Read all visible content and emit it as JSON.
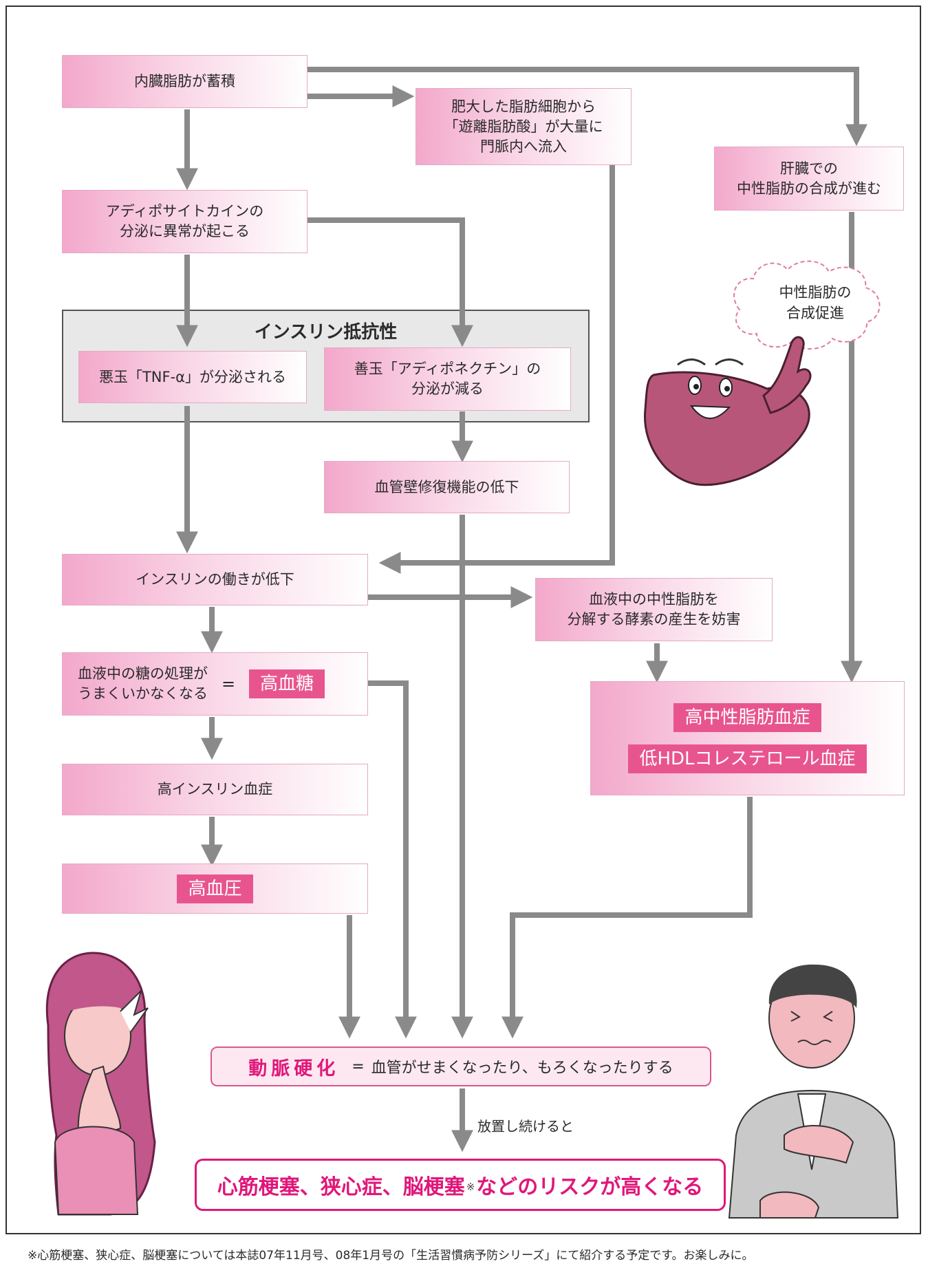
{
  "boxes": {
    "visceral_fat": "内臓脂肪が蓄積",
    "free_fatty_acid": "肥大した脂肪細胞から\n「遊離脂肪酸」が大量に\n門脈内へ流入",
    "liver_synthesis": "肝臓での\n中性脂肪の合成が進む",
    "adipocytokine": "アディポサイトカインの\n分泌に異常が起こる",
    "tnf": "悪玉「TNF-α」が分泌される",
    "adiponectin": "善玉「アディポネクチン」の\n分泌が減る",
    "vessel_repair": "血管壁修復機能の低下",
    "insulin_decline": "インスリンの働きが低下",
    "enzyme": "血液中の中性脂肪を\n分解する酵素の産生を妨害",
    "sugar": "血液中の糖の処理が\nうまくいかなくなる",
    "sugar_eq": "=",
    "hyperglycemia": "高血糖",
    "hyperinsulinemia": "高インスリン血症",
    "hypertension": "高血圧",
    "hypertriglyceridemia": "高中性脂肪血症",
    "low_hdl": "低HDLコレステロール血症"
  },
  "insulin_resistance_title": "インスリン抵抗性",
  "cloud_text": "中性脂肪の\n合成促進",
  "arteriosclerosis": {
    "term": "動脈硬化",
    "equals": "=",
    "description": "血管がせまくなったり、もろくなったりする"
  },
  "left_untreated": "放置し続けると",
  "risk": {
    "before": "心筋梗塞、狭心症、脳梗塞",
    "note": "※",
    "after": "などのリスクが高くなる"
  },
  "footnote": "※心筋梗塞、狭心症、脳梗塞については本誌07年11月号、08年1月号の「生活習慣病予防シリーズ」にて紹介する予定です。お楽しみに。",
  "colors": {
    "accent": "#e0177a",
    "highlight": "#e8558e",
    "arrow": "#8a8a8a",
    "liver": "#b8567a"
  }
}
